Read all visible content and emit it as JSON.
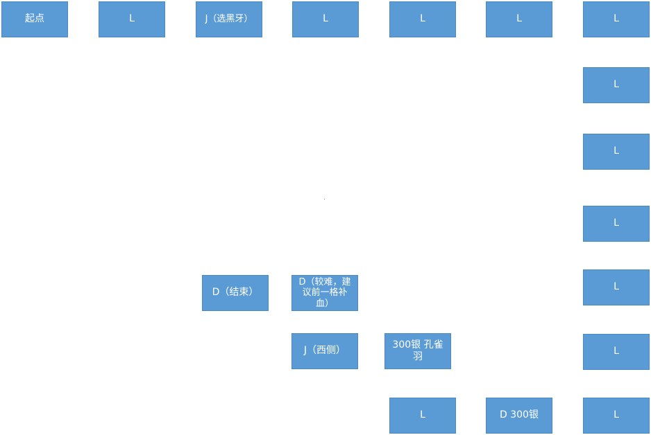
{
  "nodes": {
    "start": "起点",
    "r1c2": "L",
    "r1c3": "J（选黑牙）",
    "r1c4": "L",
    "r1c5": "L",
    "r1c6": "L",
    "r1c7": "L",
    "c7r2": "L",
    "c7r3": "L",
    "c7r4": "L",
    "c7r5": "L",
    "c7r6": "L",
    "c7r7": "L",
    "end": "D（结束）",
    "dhard": "D（较难，建议前一格补血）",
    "jwest": "J（西侧）",
    "shop": "300银 孔雀羽",
    "bot_l": "L",
    "bot_d300": "D 300银"
  },
  "colors": {
    "node_fill": "#5b9bd5",
    "node_text": "#ffffff",
    "background": "#ffffff"
  }
}
